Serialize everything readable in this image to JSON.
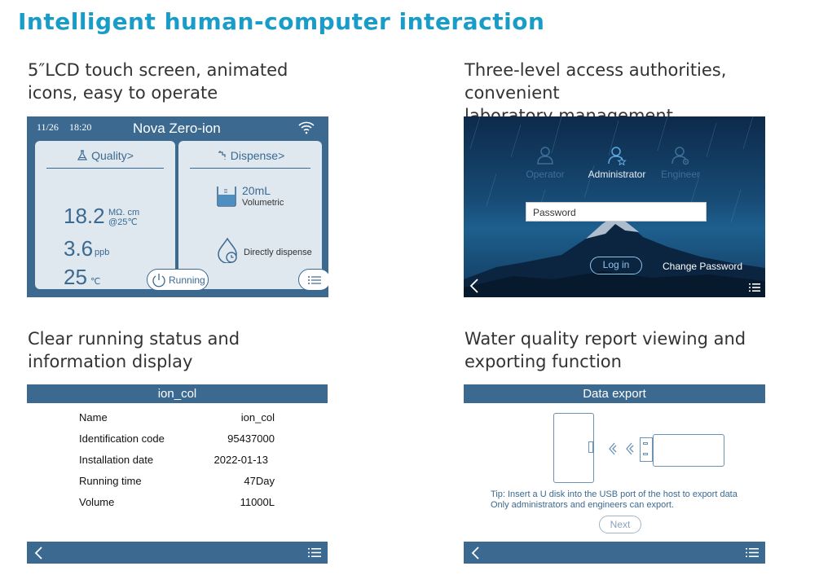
{
  "page": {
    "title": "Intelligent human-computer interaction"
  },
  "captions": {
    "top_left": "5″LCD touch screen, animated icons, easy to operate",
    "top_right": "Three-level access authorities, convenient\n laboratory management",
    "bottom_left": "Clear running status and information display",
    "bottom_right": "Water quality report viewing and exporting function"
  },
  "home_screen": {
    "date": "11/26",
    "time": "18:20",
    "brand": "Nova Zero-ion",
    "quality_card": {
      "header": "Quality>",
      "resistivity_value": "18.2",
      "resistivity_unit": "MΩ. cm",
      "resistivity_temp": "@25℃",
      "toc_value": "3.6",
      "toc_unit": "ppb",
      "temp_value": "25",
      "temp_unit": "℃"
    },
    "dispense_card": {
      "header": "Dispense>",
      "volume": "20mL",
      "volume_mode": "Volumetric",
      "direct_mode": "Directly dispense"
    },
    "running_button": "Running"
  },
  "login_screen": {
    "roles": [
      "Operator",
      "Administrator",
      "Engineer"
    ],
    "password_placeholder": "Password",
    "login_button": "Log in",
    "change_password": "Change Password"
  },
  "info_screen": {
    "header": "ion_col",
    "rows": [
      {
        "label": "Name",
        "value": "ion_col"
      },
      {
        "label": "Identification code",
        "value": "95437000"
      },
      {
        "label": "Installation date",
        "value": "2022-01-13"
      },
      {
        "label": "Running time",
        "value": "47Day"
      },
      {
        "label": "Volume",
        "value": "11000L"
      }
    ]
  },
  "export_screen": {
    "header": "Data export",
    "tip_line1": "Tip: Insert a U disk into the USB port of the host to export data",
    "tip_line2": "Only administrators and engineers can export.",
    "next_button": "Next"
  },
  "colors": {
    "title_accent": "#1a9cc9",
    "screen_blue": "#3b6990",
    "card_bg": "#dfe8ef"
  }
}
